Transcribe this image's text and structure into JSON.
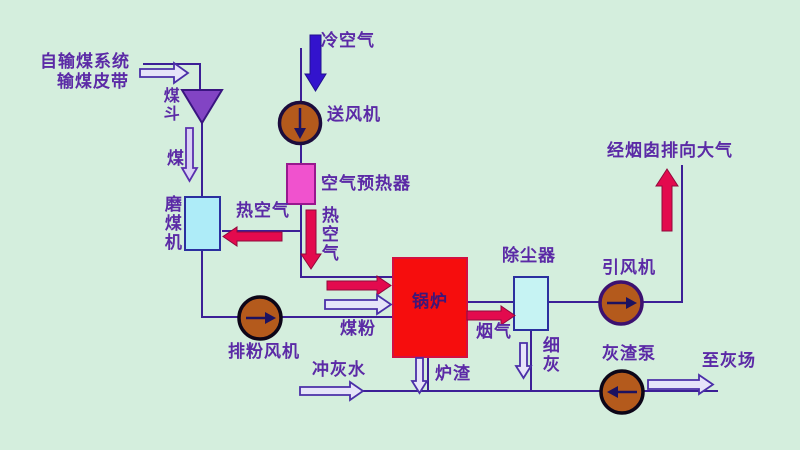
{
  "diagram": "coal-fired-power-plant-boiler-flow",
  "labels": {
    "coal_source_line1": "自输煤系统",
    "coal_source_line2": "输煤皮带",
    "coal_hopper": "煤斗",
    "coal": "煤",
    "coal_mill": "磨煤机",
    "cold_air": "冷空气",
    "forced_draft_fan": "送风机",
    "air_preheater": "空气预热器",
    "hot_air_to_mill": "热空气",
    "hot_air_to_boiler": "热空气",
    "boiler": "锅炉",
    "coal_powder": "煤粉",
    "powder_exhaust_fan": "排粉风机",
    "dust_collector": "除尘器",
    "flue_gas": "烟气",
    "fine_ash": "细灰",
    "induced_draft_fan": "引风机",
    "to_atmosphere_via_chimney": "经烟囱排向大气",
    "ash_slag_pump": "灰渣泵",
    "to_ash_yard": "至灰场",
    "ash_flushing_water": "冲灰水",
    "slag": "炉渣"
  },
  "colors": {
    "background": "#d4eedd",
    "label_text": "#5b2aa6",
    "pipe_line": "#3c1f96",
    "hot_flow_arrow": "#e30a4e",
    "cold_air_arrow": "#3313cd",
    "hollow_flow_arrow_fill": "#e6e4f9",
    "boiler_fill": "#f60d0d",
    "mill_and_dust_box_fill": "#bdeef6",
    "air_preheater_fill": "#f052ce",
    "coal_hopper_fill": "#8244c4",
    "fan_circle_fill": "#b45a1c"
  }
}
